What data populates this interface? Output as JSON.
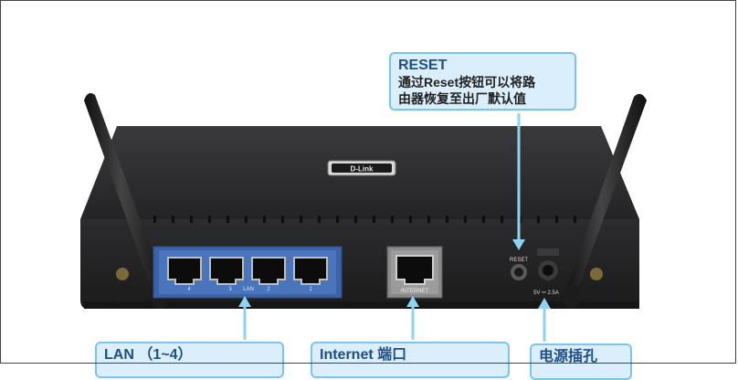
{
  "brand": {
    "logo_text": "D-Link"
  },
  "ports": {
    "lan_numbers": [
      "4",
      "3",
      "2",
      "1"
    ],
    "lan_label": "LAN",
    "internet_label": "INTERNET",
    "reset_label": "RESET",
    "power_label": "5V ⎓ 2.5A"
  },
  "callouts": {
    "reset": {
      "title": "RESET",
      "line1": "通过Reset按钮可以将路",
      "line2": "由器恢复至出厂默认值"
    },
    "lan": {
      "title": "LAN （1~4）"
    },
    "internet": {
      "title": "Internet 端口"
    },
    "power": {
      "title": "电源插孔"
    }
  },
  "colors": {
    "callout_bg": "#dbeefb",
    "callout_border": "#7cc3ef",
    "leader_line": "#8dd3f2",
    "router_body": "#2b2b2d",
    "lan_panel": "#3b63a8"
  }
}
